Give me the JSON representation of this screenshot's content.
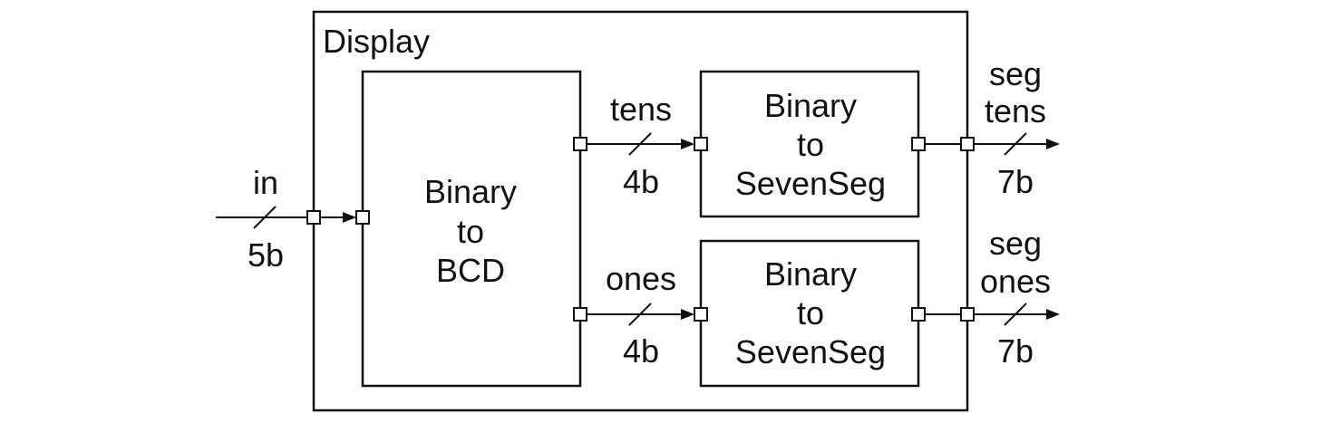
{
  "outer_block": {
    "label": "Display"
  },
  "blocks": {
    "bcd": {
      "lines": [
        "Binary",
        "to",
        "BCD"
      ]
    },
    "seg_tens": {
      "lines": [
        "Binary",
        "to",
        "SevenSeg"
      ]
    },
    "seg_ones": {
      "lines": [
        "Binary",
        "to",
        "SevenSeg"
      ]
    }
  },
  "signals": {
    "input": {
      "name": "in",
      "width": "5b"
    },
    "tens": {
      "name": "tens",
      "width": "4b"
    },
    "ones": {
      "name": "ones",
      "width": "4b"
    },
    "seg_tens": {
      "name_lines": [
        "seg",
        "tens"
      ],
      "width": "7b"
    },
    "seg_ones": {
      "name_lines": [
        "seg",
        "ones"
      ],
      "width": "7b"
    }
  }
}
